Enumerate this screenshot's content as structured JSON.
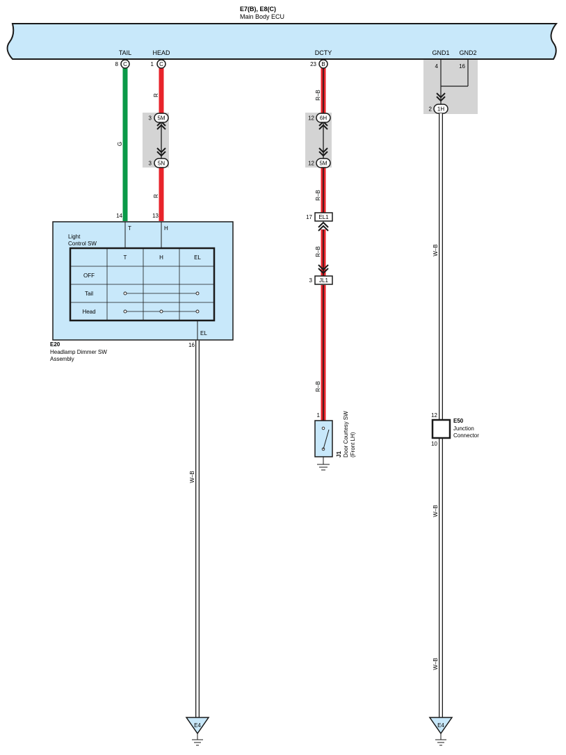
{
  "ecu": {
    "ref": "E7(B), E8(C)",
    "name": "Main Body ECU"
  },
  "ecu_pins": {
    "tail": {
      "label": "TAIL",
      "pin": "8",
      "conn": "C"
    },
    "head": {
      "label": "HEAD",
      "pin": "1",
      "conn": "C"
    },
    "dcty": {
      "label": "DCTY",
      "pin": "23",
      "conn": "B"
    },
    "gnd1": {
      "label": "GND1",
      "pin": "4"
    },
    "gnd2": {
      "label": "GND2",
      "pin": "16"
    }
  },
  "wires": {
    "g": "G",
    "r": "R",
    "rb": "R–B",
    "wb": "W–B"
  },
  "wire_colors": {
    "green": "#0a9a48",
    "red": "#e8232a",
    "black": "#1a1a1a",
    "ecu_fill": "#c8e8fa",
    "splice_fill": "#d4d4d4"
  },
  "connectors": {
    "h5m": {
      "pin": "3",
      "id": "5M"
    },
    "h5n": {
      "pin": "3",
      "id": "5N"
    },
    "d6h": {
      "pin": "12",
      "id": "6H"
    },
    "d5m": {
      "pin": "12",
      "id": "5M"
    },
    "el1": {
      "pin": "17",
      "id": "EL1"
    },
    "jl1": {
      "pin": "3",
      "id": "JL1"
    },
    "g1h": {
      "pin": "2",
      "id": "1H"
    }
  },
  "dimmer": {
    "pin_t": "14",
    "pin_h": "13",
    "term_t": "T",
    "term_h": "H",
    "term_el": "EL",
    "pin_el": "16",
    "sw_title_1": "Light",
    "sw_title_2": "Control SW",
    "columns": [
      "T",
      "H",
      "EL"
    ],
    "rows": [
      "OFF",
      "Tail",
      "Head"
    ],
    "ref": "E20",
    "name_1": "Headlamp Dimmer SW",
    "name_2": "Assembly"
  },
  "door_sw": {
    "pin": "1",
    "ref": "J1",
    "name_1": "Door Courtesy SW",
    "name_2": "(Front LH)"
  },
  "junction": {
    "pin_in": "12",
    "pin_out": "10",
    "ref": "E50",
    "name_1": "Junction",
    "name_2": "Connector"
  },
  "grounds": {
    "left": "E4",
    "right": "E4"
  }
}
